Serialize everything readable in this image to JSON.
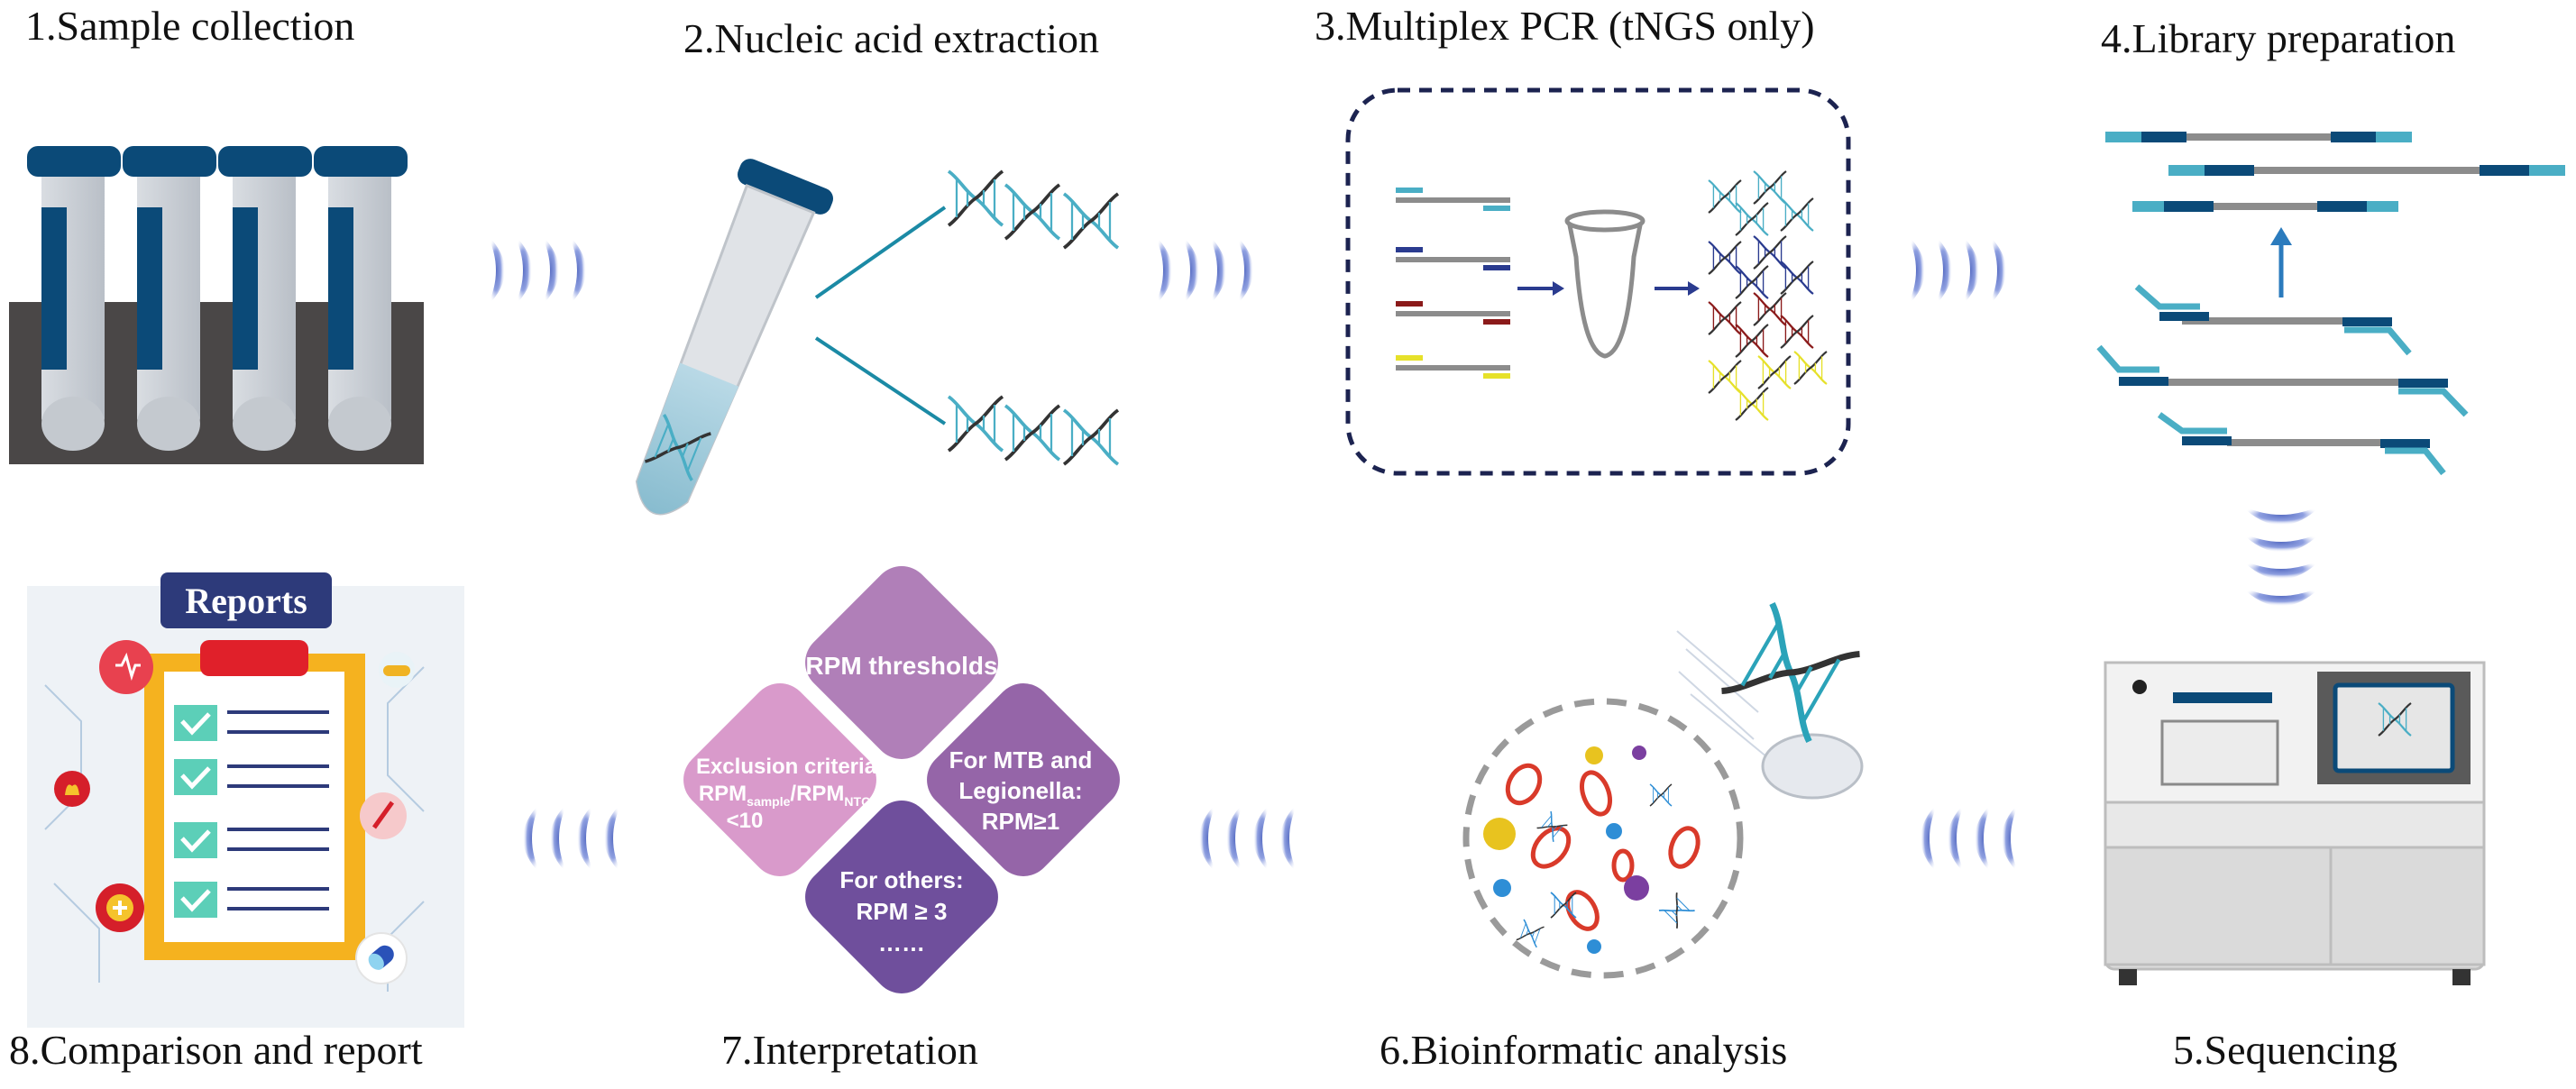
{
  "steps": {
    "s1": "1.Sample collection",
    "s2": "2.Nucleic acid extraction",
    "s3": "3.Multiplex PCR (tNGS only)",
    "s4": "4.Library preparation",
    "s5": "5.Sequencing",
    "s6": "6.Bioinformatic analysis",
    "s7": "7.Interpretation",
    "s8": "8.Comparison and report"
  },
  "report": {
    "title": "Reports"
  },
  "interpretation": {
    "top": "RPM thresholds",
    "left_line1": "Exclusion criteria",
    "left_rpm1": "RPM",
    "left_sub1": "sample",
    "left_slash": "/RPM",
    "left_sub2": "NTC",
    "left_line3": "<10",
    "right_line1": "For MTB and",
    "right_line2": "Legionella:",
    "right_line3": "RPM≥1",
    "bottom_line1": "For others:",
    "bottom_line2": "RPM ≥ 3",
    "bottom_line3": "……"
  },
  "colors": {
    "navy": "#0b4a78",
    "teal": "#4aaec5",
    "dna_blue": "#2a3b8f",
    "dna_red": "#8b1a1a",
    "dna_yellow": "#e6e12a",
    "diamond_top": "#b07fb8",
    "diamond_left": "#d99acb",
    "diamond_right": "#9565a8",
    "diamond_bottom": "#6f4f9c",
    "report_board": "#f5b21f",
    "report_banner": "#2d3a7a"
  }
}
